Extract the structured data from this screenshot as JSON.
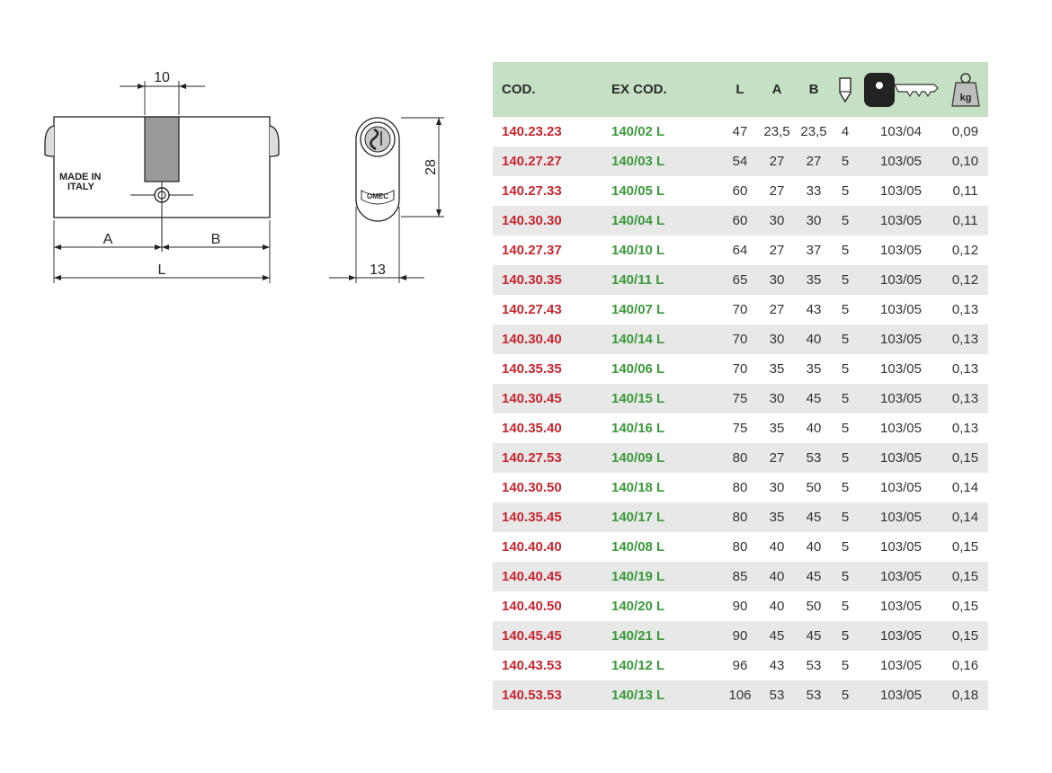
{
  "drawing": {
    "dim_top": "10",
    "made_in": [
      "MADE IN",
      "ITALY"
    ],
    "dim_a": "A",
    "dim_b": "B",
    "dim_l": "L",
    "dim_height": "28",
    "dim_width": "13",
    "brand": "OMEC"
  },
  "table": {
    "headers": {
      "cod": "COD.",
      "ex_cod": "EX COD.",
      "l": "L",
      "a": "A",
      "b": "B",
      "pins_icon": "cylinder-pin-icon",
      "key_icon": "key-icon",
      "weight_icon": "weight-kg-icon",
      "weight_label": "kg"
    },
    "colors": {
      "header_bg": "#c6e0c6",
      "cod": "#c8262e",
      "ex_cod": "#3b9a3b",
      "stripe": "#e8e8e8"
    },
    "rows": [
      {
        "cod": "140.23.23",
        "ex": "140/02 L",
        "l": "47",
        "a": "23,5",
        "b": "23,5",
        "pins": "4",
        "key": "103/04",
        "kg": "0,09"
      },
      {
        "cod": "140.27.27",
        "ex": "140/03 L",
        "l": "54",
        "a": "27",
        "b": "27",
        "pins": "5",
        "key": "103/05",
        "kg": "0,10"
      },
      {
        "cod": "140.27.33",
        "ex": "140/05 L",
        "l": "60",
        "a": "27",
        "b": "33",
        "pins": "5",
        "key": "103/05",
        "kg": "0,11"
      },
      {
        "cod": "140.30.30",
        "ex": "140/04 L",
        "l": "60",
        "a": "30",
        "b": "30",
        "pins": "5",
        "key": "103/05",
        "kg": "0,11"
      },
      {
        "cod": "140.27.37",
        "ex": "140/10 L",
        "l": "64",
        "a": "27",
        "b": "37",
        "pins": "5",
        "key": "103/05",
        "kg": "0,12"
      },
      {
        "cod": "140.30.35",
        "ex": "140/11 L",
        "l": "65",
        "a": "30",
        "b": "35",
        "pins": "5",
        "key": "103/05",
        "kg": "0,12"
      },
      {
        "cod": "140.27.43",
        "ex": "140/07 L",
        "l": "70",
        "a": "27",
        "b": "43",
        "pins": "5",
        "key": "103/05",
        "kg": "0,13"
      },
      {
        "cod": "140.30.40",
        "ex": "140/14 L",
        "l": "70",
        "a": "30",
        "b": "40",
        "pins": "5",
        "key": "103/05",
        "kg": "0,13"
      },
      {
        "cod": "140.35.35",
        "ex": "140/06 L",
        "l": "70",
        "a": "35",
        "b": "35",
        "pins": "5",
        "key": "103/05",
        "kg": "0,13"
      },
      {
        "cod": "140.30.45",
        "ex": "140/15 L",
        "l": "75",
        "a": "30",
        "b": "45",
        "pins": "5",
        "key": "103/05",
        "kg": "0,13"
      },
      {
        "cod": "140.35.40",
        "ex": "140/16 L",
        "l": "75",
        "a": "35",
        "b": "40",
        "pins": "5",
        "key": "103/05",
        "kg": "0,13"
      },
      {
        "cod": "140.27.53",
        "ex": "140/09 L",
        "l": "80",
        "a": "27",
        "b": "53",
        "pins": "5",
        "key": "103/05",
        "kg": "0,15"
      },
      {
        "cod": "140.30.50",
        "ex": "140/18 L",
        "l": "80",
        "a": "30",
        "b": "50",
        "pins": "5",
        "key": "103/05",
        "kg": "0,14"
      },
      {
        "cod": "140.35.45",
        "ex": "140/17 L",
        "l": "80",
        "a": "35",
        "b": "45",
        "pins": "5",
        "key": "103/05",
        "kg": "0,14"
      },
      {
        "cod": "140.40.40",
        "ex": "140/08 L",
        "l": "80",
        "a": "40",
        "b": "40",
        "pins": "5",
        "key": "103/05",
        "kg": "0,15"
      },
      {
        "cod": "140.40.45",
        "ex": "140/19 L",
        "l": "85",
        "a": "40",
        "b": "45",
        "pins": "5",
        "key": "103/05",
        "kg": "0,15"
      },
      {
        "cod": "140.40.50",
        "ex": "140/20 L",
        "l": "90",
        "a": "40",
        "b": "50",
        "pins": "5",
        "key": "103/05",
        "kg": "0,15"
      },
      {
        "cod": "140.45.45",
        "ex": "140/21 L",
        "l": "90",
        "a": "45",
        "b": "45",
        "pins": "5",
        "key": "103/05",
        "kg": "0,15"
      },
      {
        "cod": "140.43.53",
        "ex": "140/12 L",
        "l": "96",
        "a": "43",
        "b": "53",
        "pins": "5",
        "key": "103/05",
        "kg": "0,16"
      },
      {
        "cod": "140.53.53",
        "ex": "140/13 L",
        "l": "106",
        "a": "53",
        "b": "53",
        "pins": "5",
        "key": "103/05",
        "kg": "0,18"
      }
    ]
  }
}
